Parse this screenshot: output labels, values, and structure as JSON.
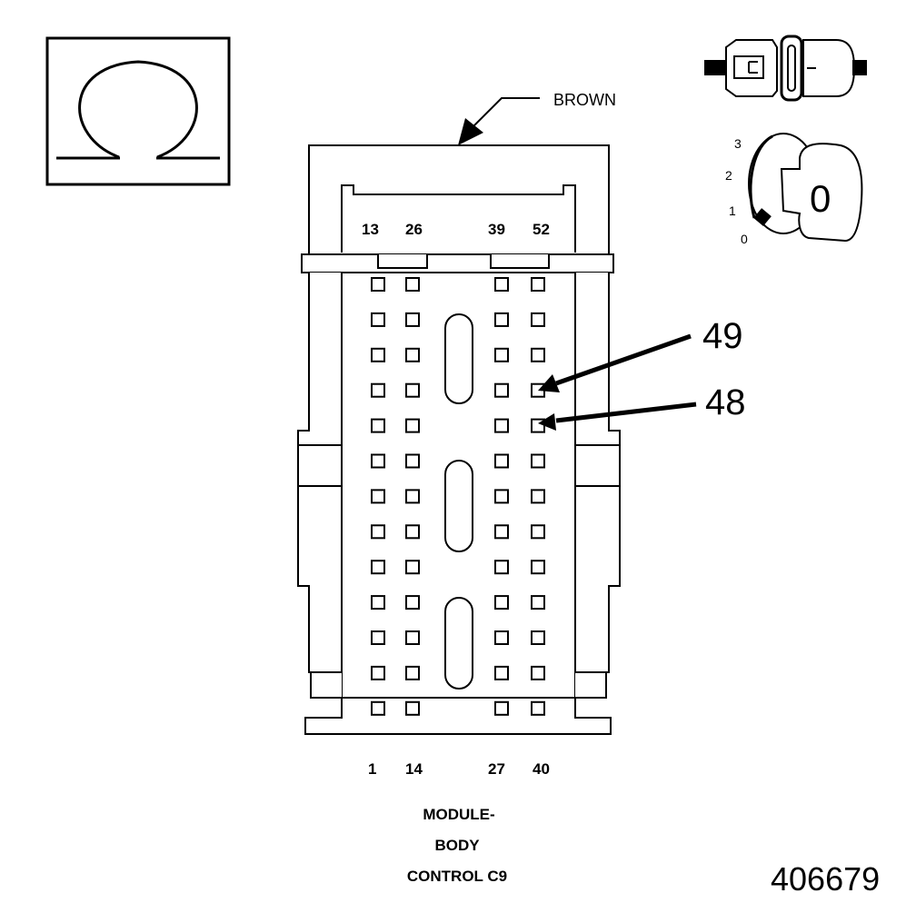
{
  "diagram": {
    "ohm_symbol": "Ω",
    "wire_color_label": "BROWN",
    "top_pin_labels": [
      "13",
      "26",
      "39",
      "52"
    ],
    "bottom_pin_labels": [
      "1",
      "14",
      "27",
      "40"
    ],
    "callouts": [
      "49",
      "48"
    ],
    "connector_name": [
      "MODULE-",
      "BODY",
      "CONTROL C9"
    ],
    "ignition_positions": [
      "3",
      "2",
      "1",
      "0"
    ],
    "key_label": "0",
    "figure_number": "406679",
    "pin_rows": 13,
    "pin_columns": 4
  },
  "icons": {
    "ohmmeter": "ohmmeter-icon",
    "connector_disconnected": "connector-disconnected-icon",
    "ignition_off": "ignition-key-icon"
  }
}
